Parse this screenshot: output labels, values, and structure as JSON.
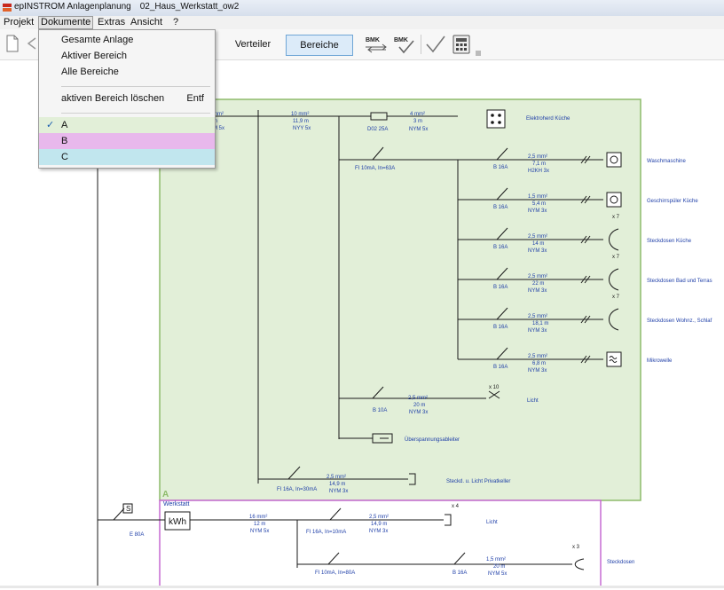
{
  "window": {
    "app_title": "epINSTROM Anlagenplanung",
    "doc_title": "02_Haus_Werkstatt_ow2"
  },
  "menubar": {
    "items": [
      "Projekt",
      "Dokumente",
      "Extras",
      "Ansicht",
      "?"
    ],
    "active": "Dokumente"
  },
  "toolbar": {
    "verteiler_label": "Verteiler",
    "bereiche_label": "Bereiche",
    "bmk1_label": "BMK",
    "bmk2_label": "BMK"
  },
  "dropdown": {
    "gesamte": "Gesamte Anlage",
    "aktiver": "Aktiver Bereich",
    "alle": "Alle Bereiche",
    "loeschen": "aktiven Bereich löschen",
    "loeschen_shortcut": "Entf",
    "checkmark": "✓",
    "areas": [
      {
        "label": "A",
        "color": "#e2efd8",
        "checked": true
      },
      {
        "label": "B",
        "color": "#e8b8ec",
        "checked": false
      },
      {
        "label": "C",
        "color": "#c1e6ee",
        "checked": false
      }
    ]
  },
  "diagram": {
    "area_a_label": "A",
    "area_b_title": "Werkstatt",
    "colors": {
      "area_a_border": "#8dbb6a",
      "area_a_fill": "#e2efd8",
      "area_b_border": "#c66ad2",
      "line": "#1a1a1a",
      "label": "#1f3fa8"
    },
    "partial_top": {
      "size": "mm²",
      "len": "m",
      "cable": "M 5x"
    },
    "feed1": {
      "size": "10 mm²",
      "len": "11,9 m",
      "cable": "NYY 5x"
    },
    "feed_kueche": {
      "fuse": "D02 25A",
      "size": "4 mm²",
      "len": "3 m",
      "cable": "NYM 5x",
      "name": "Elektroherd Küche"
    },
    "fi1": "FI 10mA, In=63A",
    "circuits": [
      {
        "breaker": "B 16A",
        "size": "2,5 mm²",
        "len": "7,1 m",
        "cable": "H2KH 3x",
        "name": "Waschmaschine",
        "count": "",
        "icon": "circle"
      },
      {
        "breaker": "B 16A",
        "size": "1,5 mm²",
        "len": "5,4 m",
        "cable": "NYM 3x",
        "name": "Geschirrspüler Küche",
        "count": "",
        "icon": "square"
      },
      {
        "breaker": "B 16A",
        "size": "2,5 mm²",
        "len": "14 m",
        "cable": "NYM 3x",
        "name": "Steckdosen Küche",
        "count": "x 7",
        "icon": "socket"
      },
      {
        "breaker": "B 16A",
        "size": "2,5 mm²",
        "len": "22 m",
        "cable": "NYM 3x",
        "name": "Steckdosen Bad und Terras",
        "count": "x 7",
        "icon": "socket"
      },
      {
        "breaker": "B 16A",
        "size": "2,5 mm²",
        "len": "18,1 m",
        "cable": "NYM 3x",
        "name": "Steckdosen Wohnz., Schlaf",
        "count": "x 7",
        "icon": "socket"
      },
      {
        "breaker": "B 16A",
        "size": "2,5 mm²",
        "len": "6,8 m",
        "cable": "NYM 3x",
        "name": "Mikrowelle",
        "count": "",
        "icon": "wave"
      }
    ],
    "licht": {
      "breaker": "B 10A",
      "size": "2,5 mm²",
      "len": "20 m",
      "cable": "NYM 3x",
      "name": "Licht",
      "count": "x 10"
    },
    "ueberspannung": "Überspannungsableiter",
    "privatkeller": {
      "fi": "FI 16A, In=30mA",
      "size": "2,5 mm²",
      "len": "14,9 m",
      "cable": "NYM 3x",
      "name": "Steckd. u. Licht Privatkeller"
    },
    "main": {
      "switch_tag": "S",
      "breaker": "E 80A",
      "meter": "kWh",
      "size": "16 mm²",
      "len": "12 m",
      "cable": "NYM 5x"
    },
    "werkstatt_licht": {
      "fi": "FI 16A, In=10mA",
      "size": "2,5 mm²",
      "len": "14,9 m",
      "cable": "NYM 3x",
      "name": "Licht",
      "count": "x 4"
    },
    "werkstatt_steck": {
      "fi": "FI 10mA, In=80A",
      "breaker": "B 16A",
      "size": "1,5 mm²",
      "len": "20 m",
      "cable": "NYM 5x",
      "name": "Steckdosen",
      "count": "x 3"
    }
  }
}
